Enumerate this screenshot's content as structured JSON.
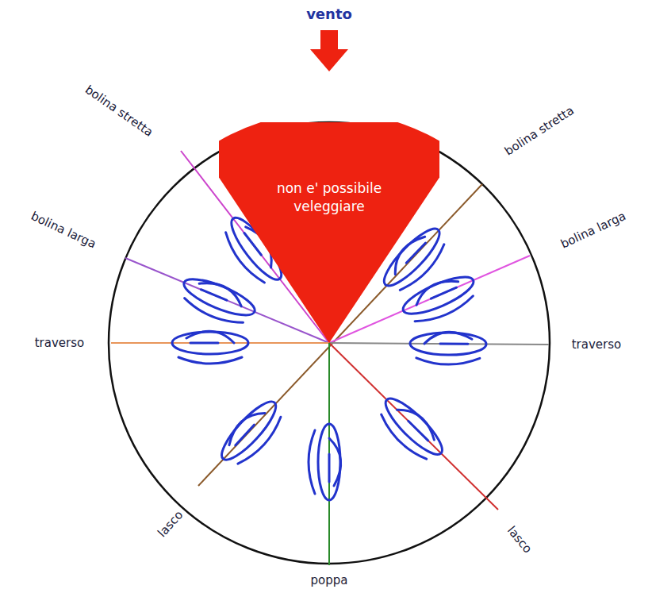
{
  "diagram": {
    "nodes": [
      {
        "text": [
          "non e' possibile veleggiare"
        ]
      }
    ],
    "labels": [
      "vento",
      "bolina stretta",
      "bolina stretta",
      "bolina larga",
      "bolina larga",
      "traverso",
      "traverso",
      "lasco",
      "lasco",
      "poppa"
    ]
  }
}
